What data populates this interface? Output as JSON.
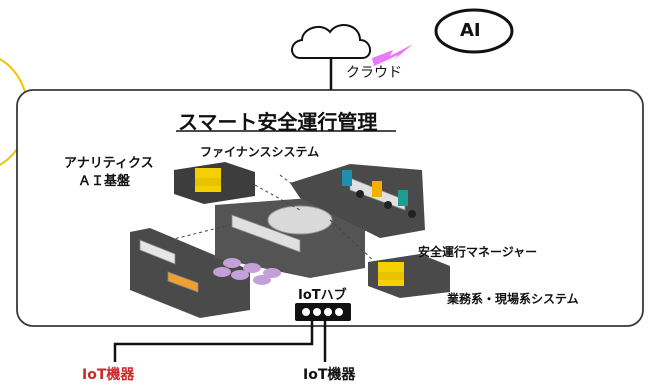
{
  "cloud": {
    "label": "クラウド",
    "icon": "cloud-icon"
  },
  "ai": {
    "label": "AI",
    "icon": "lightning-icon",
    "bolt_color": "#e879f9"
  },
  "system": {
    "title": "スマート安全運行管理",
    "analytics_line1": "アナリティクス",
    "analytics_line2": "ＡＩ基盤",
    "finance": "ファイナンスシステム",
    "safety_manager": "安全運行マネージャー",
    "business_system": "業務系・現場系システム"
  },
  "hub": {
    "label": "IoTハブ",
    "icon": "hub-icon"
  },
  "devices": [
    {
      "label": "IoT機器",
      "color": "#cc2a2a"
    },
    {
      "label": "IoT機器",
      "color": "#222222"
    }
  ],
  "colors": {
    "panel_border": "#3a3a3a",
    "road": "#4a4a4a",
    "accent_yellow": "#f5d000",
    "highlight_ring": "#f2c200"
  }
}
